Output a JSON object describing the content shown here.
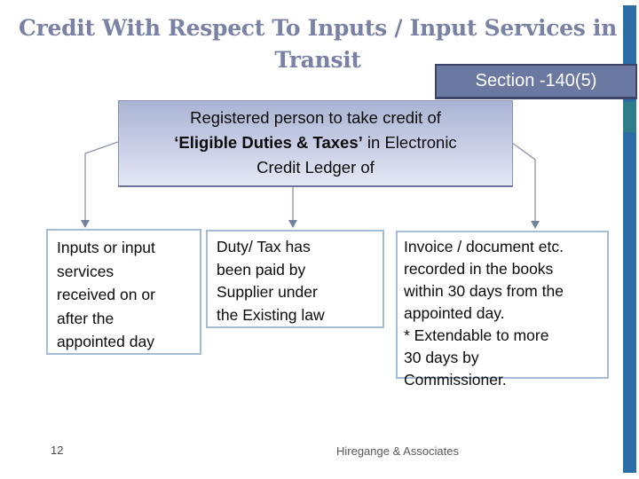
{
  "slide": {
    "title_line1": "Credit With Respect To Inputs / Input Services in",
    "title_line2": "Transit",
    "section_label": "Section -140(5)",
    "main_box": {
      "line1": "Registered person to take credit of",
      "line2_bold": "‘Eligible Duties & Taxes’",
      "line2_rest": " in Electronic",
      "line3": "Credit Ledger of"
    },
    "condition_boxes": [
      {
        "name": "inputs-received",
        "text": "Inputs or input\nservices\nreceived on or\nafter the\nappointed day"
      },
      {
        "name": "duty-paid",
        "text": "Duty/ Tax has\nbeen paid by\nSupplier under\nthe Existing law"
      },
      {
        "name": "invoice-recorded",
        "text": "Invoice / document etc.\nrecorded in the books\nwithin 30 days from the\nappointed day.\n* Extendable to more\n30 days by\nCommissioner."
      }
    ],
    "footer": {
      "page_number": "12",
      "company": "Hiregange & Associates"
    },
    "colors": {
      "title_text": "#7981a4",
      "section_badge_fill": "#6b78a1",
      "section_badge_border": "#3a4569",
      "main_box_gradient_top": "#aab4d3",
      "main_box_gradient_bottom": "#e4e7f4",
      "condition_box_border": "#a3bdd7",
      "connector_line": "#8b92a9",
      "connector_arrow": "#74819f",
      "accent_bar_blue": "#2d6da5",
      "accent_bar_teal": "#2e7d88"
    }
  }
}
